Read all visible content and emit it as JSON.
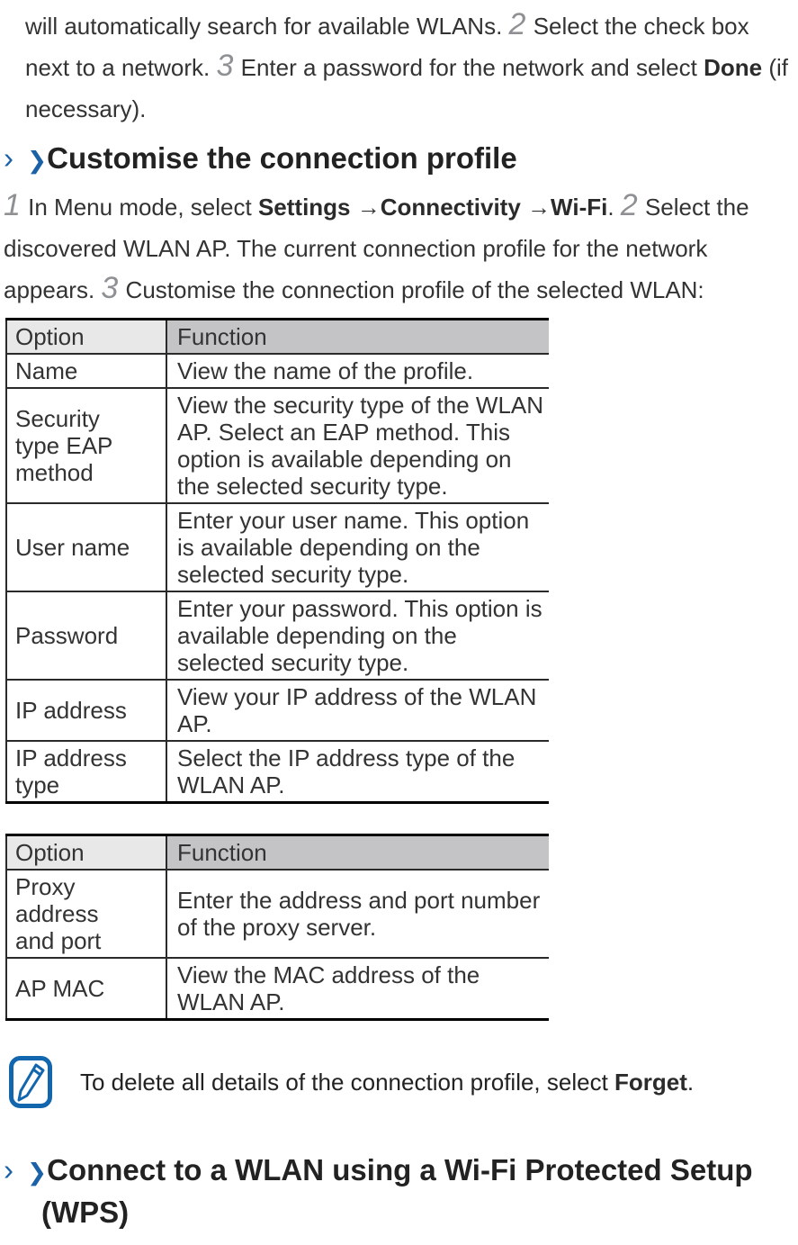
{
  "intro": {
    "segments": [
      {
        "text": "will automatically search for available WLANs. "
      },
      {
        "text": "2"
      },
      {
        "text": " Select the check box next to a network. "
      },
      {
        "text": "3"
      },
      {
        "text": " Enter a password for the network and select "
      },
      {
        "text": "Done"
      },
      {
        "text": " (if necessary)."
      }
    ]
  },
  "sections": [
    {
      "title": "Customise the connection profile"
    },
    {
      "title": "Connect to a WLAN using a Wi-Fi Protected Setup (WPS)"
    }
  ],
  "icons": {
    "chevron_outline": "›",
    "chevron_solid": "❯",
    "note_icon": "pencil-note-icon"
  },
  "steps": {
    "segments": [
      {
        "text": "1"
      },
      {
        "text": " In Menu mode, select "
      },
      {
        "text": "Settings"
      },
      {
        "text": " →"
      },
      {
        "text": "Connectivity"
      },
      {
        "text": " →"
      },
      {
        "text": "Wi-Fi"
      },
      {
        "text": ". "
      },
      {
        "text": "2"
      },
      {
        "text": " Select the discovered WLAN AP. The current connection profile for the network appears. "
      },
      {
        "text": "3"
      },
      {
        "text": " Customise the connection profile of the selected WLAN:"
      }
    ]
  },
  "tables": [
    {
      "headers": {
        "option": "Option",
        "function": "Function"
      },
      "rows": [
        {
          "option": "Name",
          "function": "View the name of the profile."
        },
        {
          "option": "Security type EAP method",
          "function": "View the security type of the WLAN AP. Select an EAP method. This option is available depending on the selected security type."
        },
        {
          "option": "User name",
          "function": "Enter your user name. This option is available depending on the selected security type."
        },
        {
          "option": "Password",
          "function": "Enter your password. This option is available depending on the selected security type."
        },
        {
          "option": "IP address",
          "function": "View your IP address of the WLAN AP."
        },
        {
          "option": "IP address type",
          "function": "Select the IP address type of the WLAN AP."
        }
      ]
    },
    {
      "headers": {
        "option": "Option",
        "function": "Function"
      },
      "rows": [
        {
          "option": "Proxy address and port",
          "function": "Enter the address and port number of the proxy server."
        },
        {
          "option": "AP MAC",
          "function": "View the MAC address of the WLAN AP."
        }
      ]
    }
  ],
  "note": {
    "segments": [
      {
        "text": "To delete all details of the connection profile, select "
      },
      {
        "text": "Forget"
      },
      {
        "text": "."
      }
    ]
  },
  "colors": {
    "accent_blue": "#1b61a6",
    "note_icon_blue": "#1266ad",
    "table_header_option_bg": "#e8e8e8",
    "table_header_function_bg": "#c4c4c7",
    "step_number_gray": "#8e9093"
  }
}
